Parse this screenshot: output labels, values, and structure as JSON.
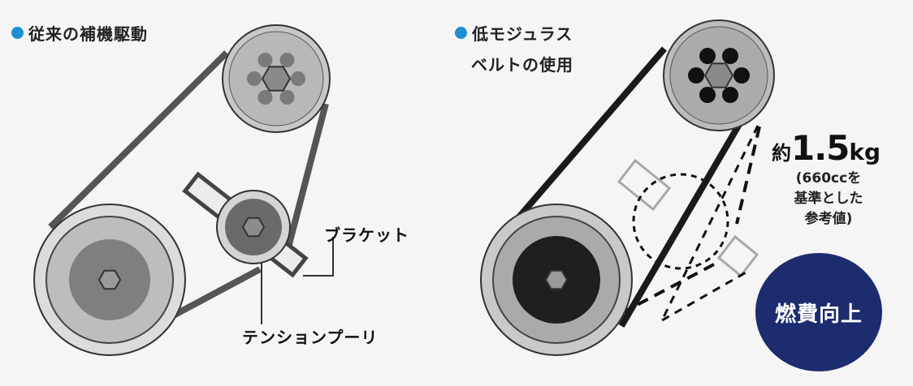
{
  "colors": {
    "accent_dot": "#1d8fd0",
    "badge_fill": "#1d2c6e",
    "belt_conventional": "#555555",
    "belt_low_modulus": "#1a1a1a"
  },
  "left": {
    "heading": "従来の補機駆動",
    "bracket_label": "ブラケット",
    "tensioner_label": "テンションプーリ"
  },
  "right": {
    "heading_line1": "低モジュラス",
    "heading_line2": "ベルトの使用",
    "weight_prefix": "約",
    "weight_value": "1.5",
    "weight_unit": "kg",
    "note_line1": "(660ccを",
    "note_line2": "基準とした",
    "note_line3": "参考値)",
    "badge_text": "燃費向上"
  }
}
